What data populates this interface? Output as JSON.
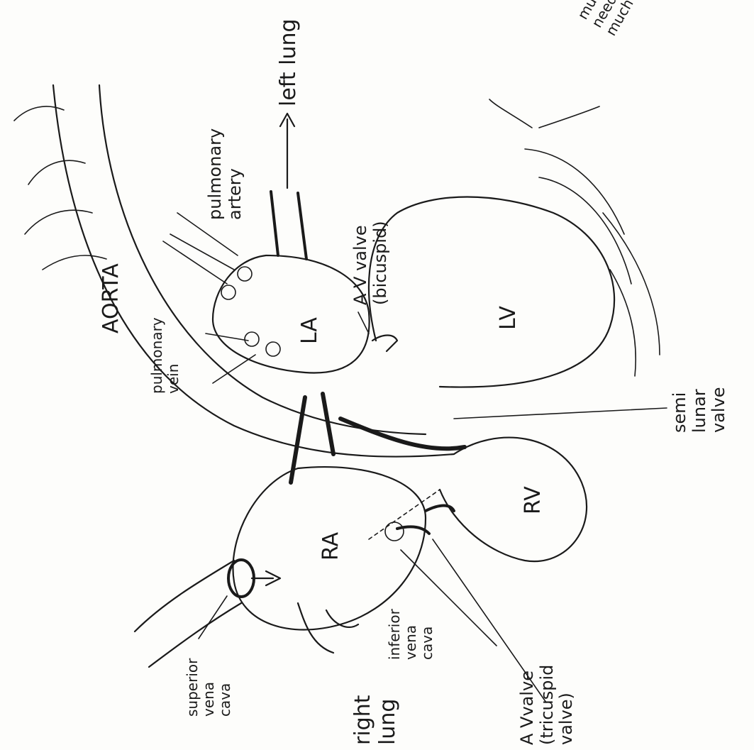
{
  "diagram": {
    "labels": {
      "aorta": "AORTA",
      "left_lung": "left lung",
      "pulmonary_artery": "pulmonary\nartery",
      "av_valve_bicuspid": "A V valve\n(bicuspid)",
      "pulmonary_vein": "pulmonary\nvein",
      "la": "LA",
      "lv": "LV",
      "ra": "RA",
      "rv": "RV",
      "muscle_note": "muscle\nneeds to\nmuch",
      "semilunar_valve": "semi lunar\nvalve",
      "superior_vena_cava": "superior\nvena\ncava",
      "right_lung": "right\nlung",
      "inferior_vena_cava": "inferior\nvena\ncava",
      "av_valve_tricuspid": "A Vvalve\n(tricuspid\nvalve)"
    }
  }
}
